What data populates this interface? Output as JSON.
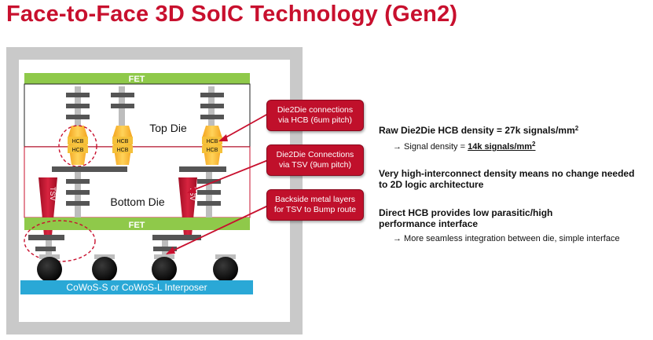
{
  "title": "Face-to-Face 3D SoIC Technology (Gen2)",
  "diagram": {
    "fet_top_label": "FET",
    "fet_bottom_label": "FET",
    "top_die_label": "Top Die",
    "bottom_die_label": "Bottom Die",
    "hcb_label": "HCB",
    "tsv_label": "TSV",
    "interposer_label": "CoWoS-S or CoWoS-L Interposer",
    "colors": {
      "fet": "#8fc94a",
      "interposer": "#2aa8d6",
      "tsv": "#c8102e",
      "hcb": "#f5c13a",
      "metal": "#5a5a5a",
      "frame": "#c9c9c9",
      "callout": "#c0102b"
    }
  },
  "callouts": [
    {
      "line1": "Die2Die connections",
      "line2": "via HCB (6um pitch)"
    },
    {
      "line1": "Die2Die Connections",
      "line2": "via TSV (9um pitch)"
    },
    {
      "line1": "Backside metal layers",
      "line2": "for TSV to Bump route"
    }
  ],
  "bullets": {
    "b1_text": "Raw Die2Die HCB density = 27k signals/mm",
    "b1_sup": "2",
    "b1_sub_prefix": "→ Signal density = ",
    "b1_sub_value": "14k signals/mm",
    "b1_sub_sup": "2",
    "b2_line1": "Very high-interconnect density means no change needed",
    "b2_line2": "to 2D logic architecture",
    "b3_line1": "Direct HCB provides low parasitic/high",
    "b3_line2": "performance interface",
    "b3_sub": "→ More seamless integration between die, simple interface"
  }
}
